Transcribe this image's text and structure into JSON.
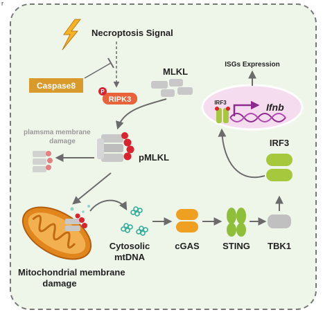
{
  "corner_mark": "r",
  "labels": {
    "signal": "Necroptosis Signal",
    "mlkl": "MLKL",
    "caspase": "Caspase8",
    "ripk3": "RIPK3",
    "phospho": "P",
    "pmlkl": "pMLKL",
    "pm_damage_1": "plamsma membrane",
    "pm_damage_2": "damage",
    "isgs": "ISGs Expression",
    "irf3_nucleus": "IRF3",
    "ifnb": "Ifnb",
    "irf3": "IRF3",
    "cytosolic_1": "Cytosolic",
    "cytosolic_2": "mtDNA",
    "cgas": "cGAS",
    "sting": "STING",
    "tbk1": "TBK1",
    "mito_1": "Mitochondrial membrane",
    "mito_2": "damage"
  },
  "colors": {
    "background": "#eef6ea",
    "border": "#777777",
    "arrow": "#6b6b6b",
    "caspase": "#d89a2a",
    "ripk3": "#e8633a",
    "phospho": "#d9232e",
    "mlkl": "#c8c8c8",
    "cgas": "#f0a020",
    "sting": "#8fbf3a",
    "irf3": "#a6c83c",
    "tbk1": "#c0c0c0",
    "nucleus": "#f6dcef",
    "dna": "#8b2a8a",
    "mito": "#e0861c",
    "mtdna": "#2fae9a"
  }
}
